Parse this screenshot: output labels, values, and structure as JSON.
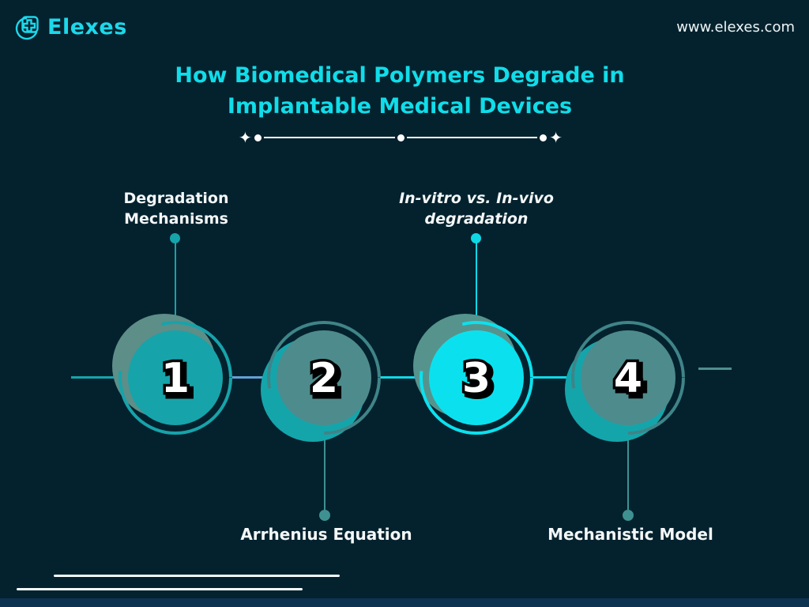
{
  "brand": {
    "name": "Elexes",
    "website": "www.elexes.com",
    "logo_icon": "shield-cross-icon"
  },
  "title": {
    "line1": "How Biomedical Polymers Degrade in",
    "line2": "Implantable Medical Devices"
  },
  "divider": {
    "diamond_glyph": "✦"
  },
  "steps": [
    {
      "number": "1",
      "label_line1": "Degradation",
      "label_line2": "Mechanisms",
      "label_position": "top",
      "variant": "teal"
    },
    {
      "number": "2",
      "label_line1": "Arrhenius Equation",
      "label_line2": "",
      "label_position": "bottom",
      "variant": "muted"
    },
    {
      "number": "3",
      "label_line1": "In-vitro vs. In-vivo",
      "label_line2": "degradation",
      "label_position": "top",
      "variant": "cyan"
    },
    {
      "number": "4",
      "label_line1": "Mechanistic Model",
      "label_line2": "",
      "label_position": "bottom",
      "variant": "muted"
    }
  ],
  "colors": {
    "background": "#04222e",
    "title_cyan": "#10dde9",
    "brand_cyan": "#1cd8ea",
    "bright_teal": "#17a3aa",
    "bright_cyan": "#0be1ee",
    "muted_circle_fill": "#4e8b8d",
    "muted_ring": "#3f8488",
    "sage_shadow_arc": "#5d8e88",
    "steel_blue_connector": "#64a0d6",
    "muted_line": "#3f9191",
    "text_white": "#f4f8f8",
    "bottom_strip": "#0d3350"
  }
}
